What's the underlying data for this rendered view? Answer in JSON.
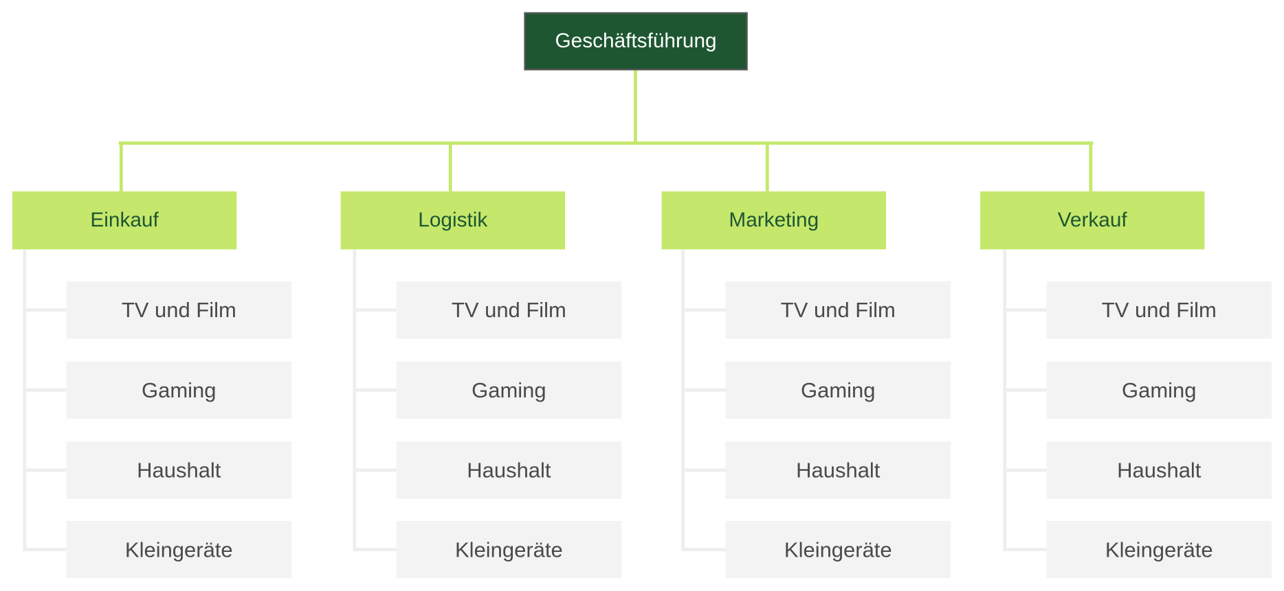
{
  "root": {
    "label": "Geschäftsführung"
  },
  "colors": {
    "root": "#1e5631",
    "dept": "#c5e86c",
    "sub": "#f3f3f3",
    "connector": "#c5e86c",
    "sub_connector": "#eeeeee"
  },
  "departments": [
    {
      "label": "Einkauf",
      "children": [
        "TV und Film",
        "Gaming",
        "Haushalt",
        "Kleingeräte"
      ]
    },
    {
      "label": "Logistik",
      "children": [
        "TV und Film",
        "Gaming",
        "Haushalt",
        "Kleingeräte"
      ]
    },
    {
      "label": "Marketing",
      "children": [
        "TV und Film",
        "Gaming",
        "Haushalt",
        "Kleingeräte"
      ]
    },
    {
      "label": "Verkauf",
      "children": [
        "TV und Film",
        "Gaming",
        "Haushalt",
        "Kleingeräte"
      ]
    }
  ]
}
